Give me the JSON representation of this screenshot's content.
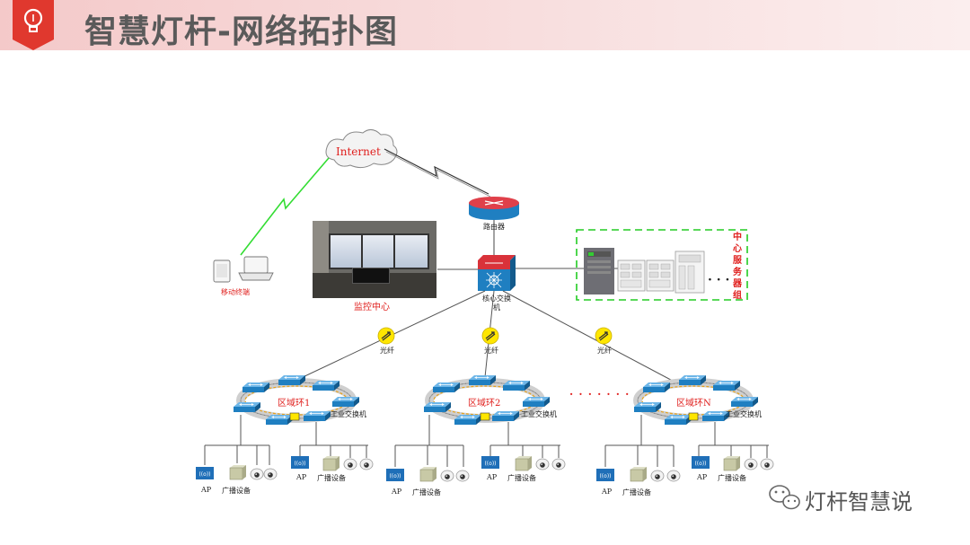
{
  "title": "智慧灯杆-网络拓扑图",
  "watermark": "灯杆智慧说",
  "nodes": {
    "internet": "Internet",
    "router": "路由器",
    "mobile": "移动终端",
    "monitor_center": "监控中心",
    "core_switch": "核心交换机",
    "server_group": "中心服务器组",
    "server_ellipsis": "· · ·",
    "fiber": "光纤",
    "ring_dots": "· · · · · · ·",
    "ring_switch": "工业交换机"
  },
  "rings": [
    {
      "label": "区域环1"
    },
    {
      "label": "区域环2"
    },
    {
      "label": "区域环N"
    }
  ],
  "devices": {
    "ap": "AP",
    "broadcast": "广播设备",
    "ap_icon_text": "((o))"
  },
  "colors": {
    "header_bg": "#f4c9c9",
    "badge": "#e0382e",
    "title": "#5a5a5a",
    "label_red": "#e0201e",
    "switch_blue": "#1f7fc1",
    "fiber_yellow": "#ffe600",
    "dashed_green": "#22cc22"
  },
  "icons": [
    "lightbulb-icon",
    "cloud-icon",
    "router-icon",
    "core-switch-icon",
    "server-icon",
    "switch-icon",
    "fiber-icon",
    "ap-icon",
    "broadcast-icon",
    "camera-icon",
    "laptop-icon",
    "tablet-icon",
    "wechat-icon"
  ]
}
